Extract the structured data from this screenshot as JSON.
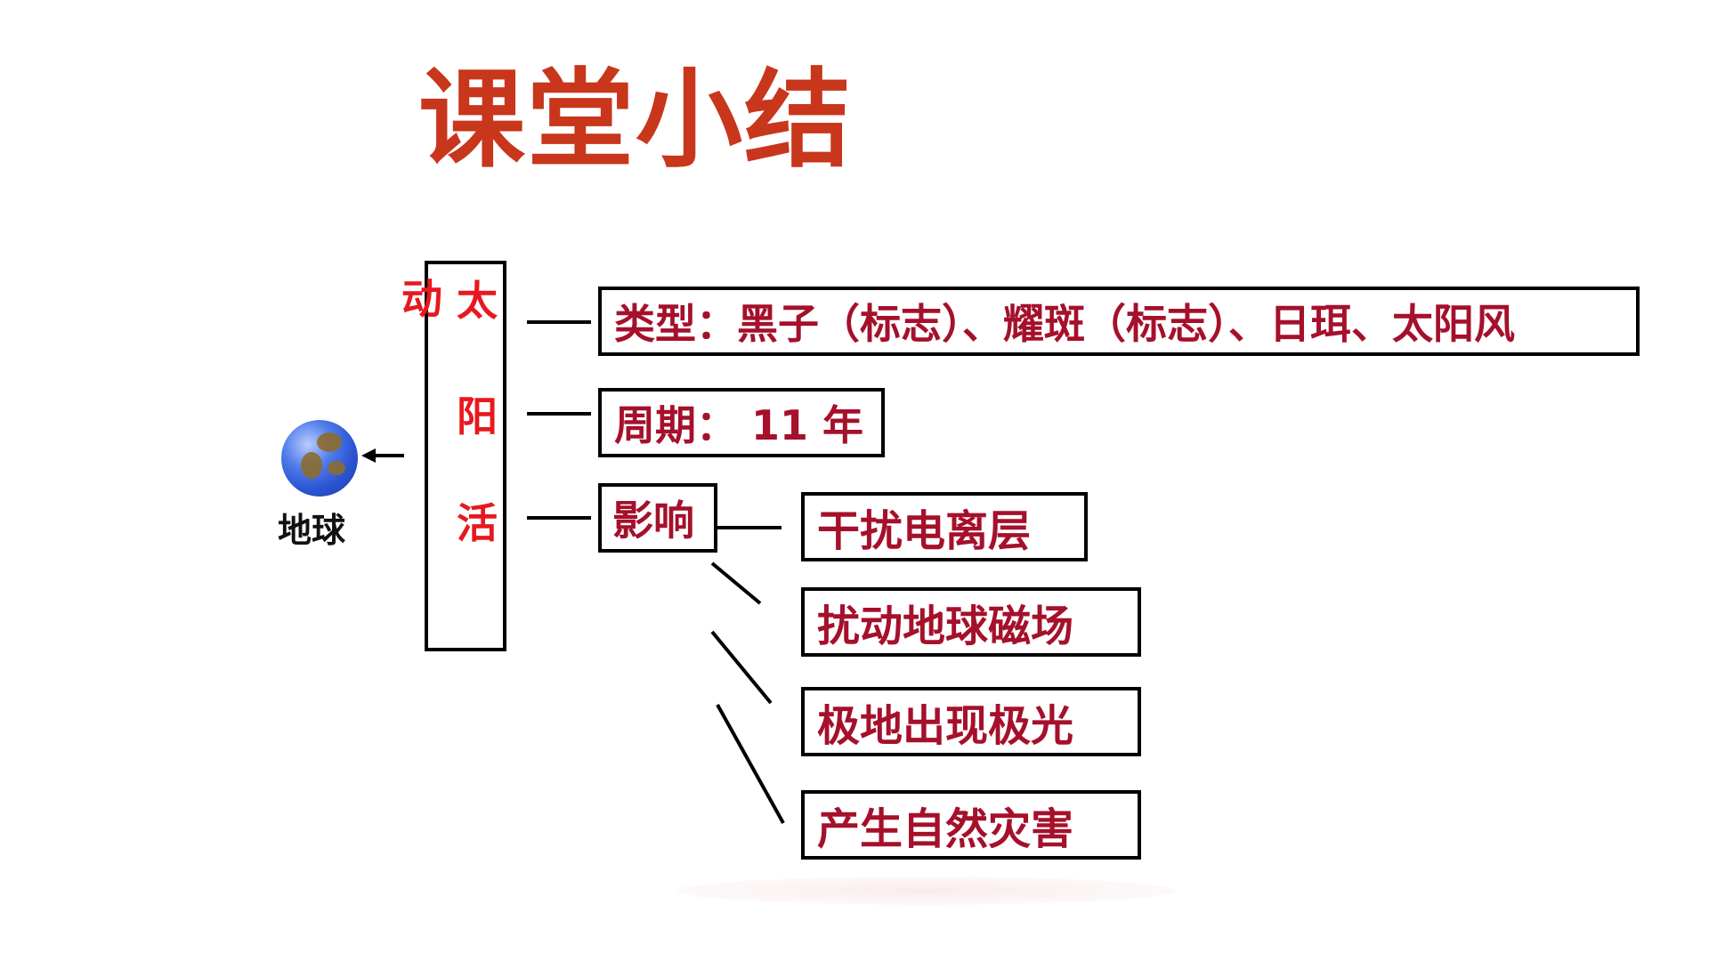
{
  "title": "课堂小结",
  "main_node": {
    "label_chars": [
      "太",
      "动",
      "阳",
      "活"
    ]
  },
  "earth_label": "地球",
  "nodes": {
    "types": "类型：黑子（标志）、耀斑（标志）、日珥、太阳风",
    "period": "周期： 11 年",
    "impact": "影响"
  },
  "impacts": [
    "干扰电离层",
    "扰动地球磁场",
    "极地出现极光",
    "产生自然灾害"
  ],
  "colors": {
    "title": "#c8361b",
    "box_text": "#a5102b",
    "main_text": "#e8181e",
    "border": "#000000"
  }
}
